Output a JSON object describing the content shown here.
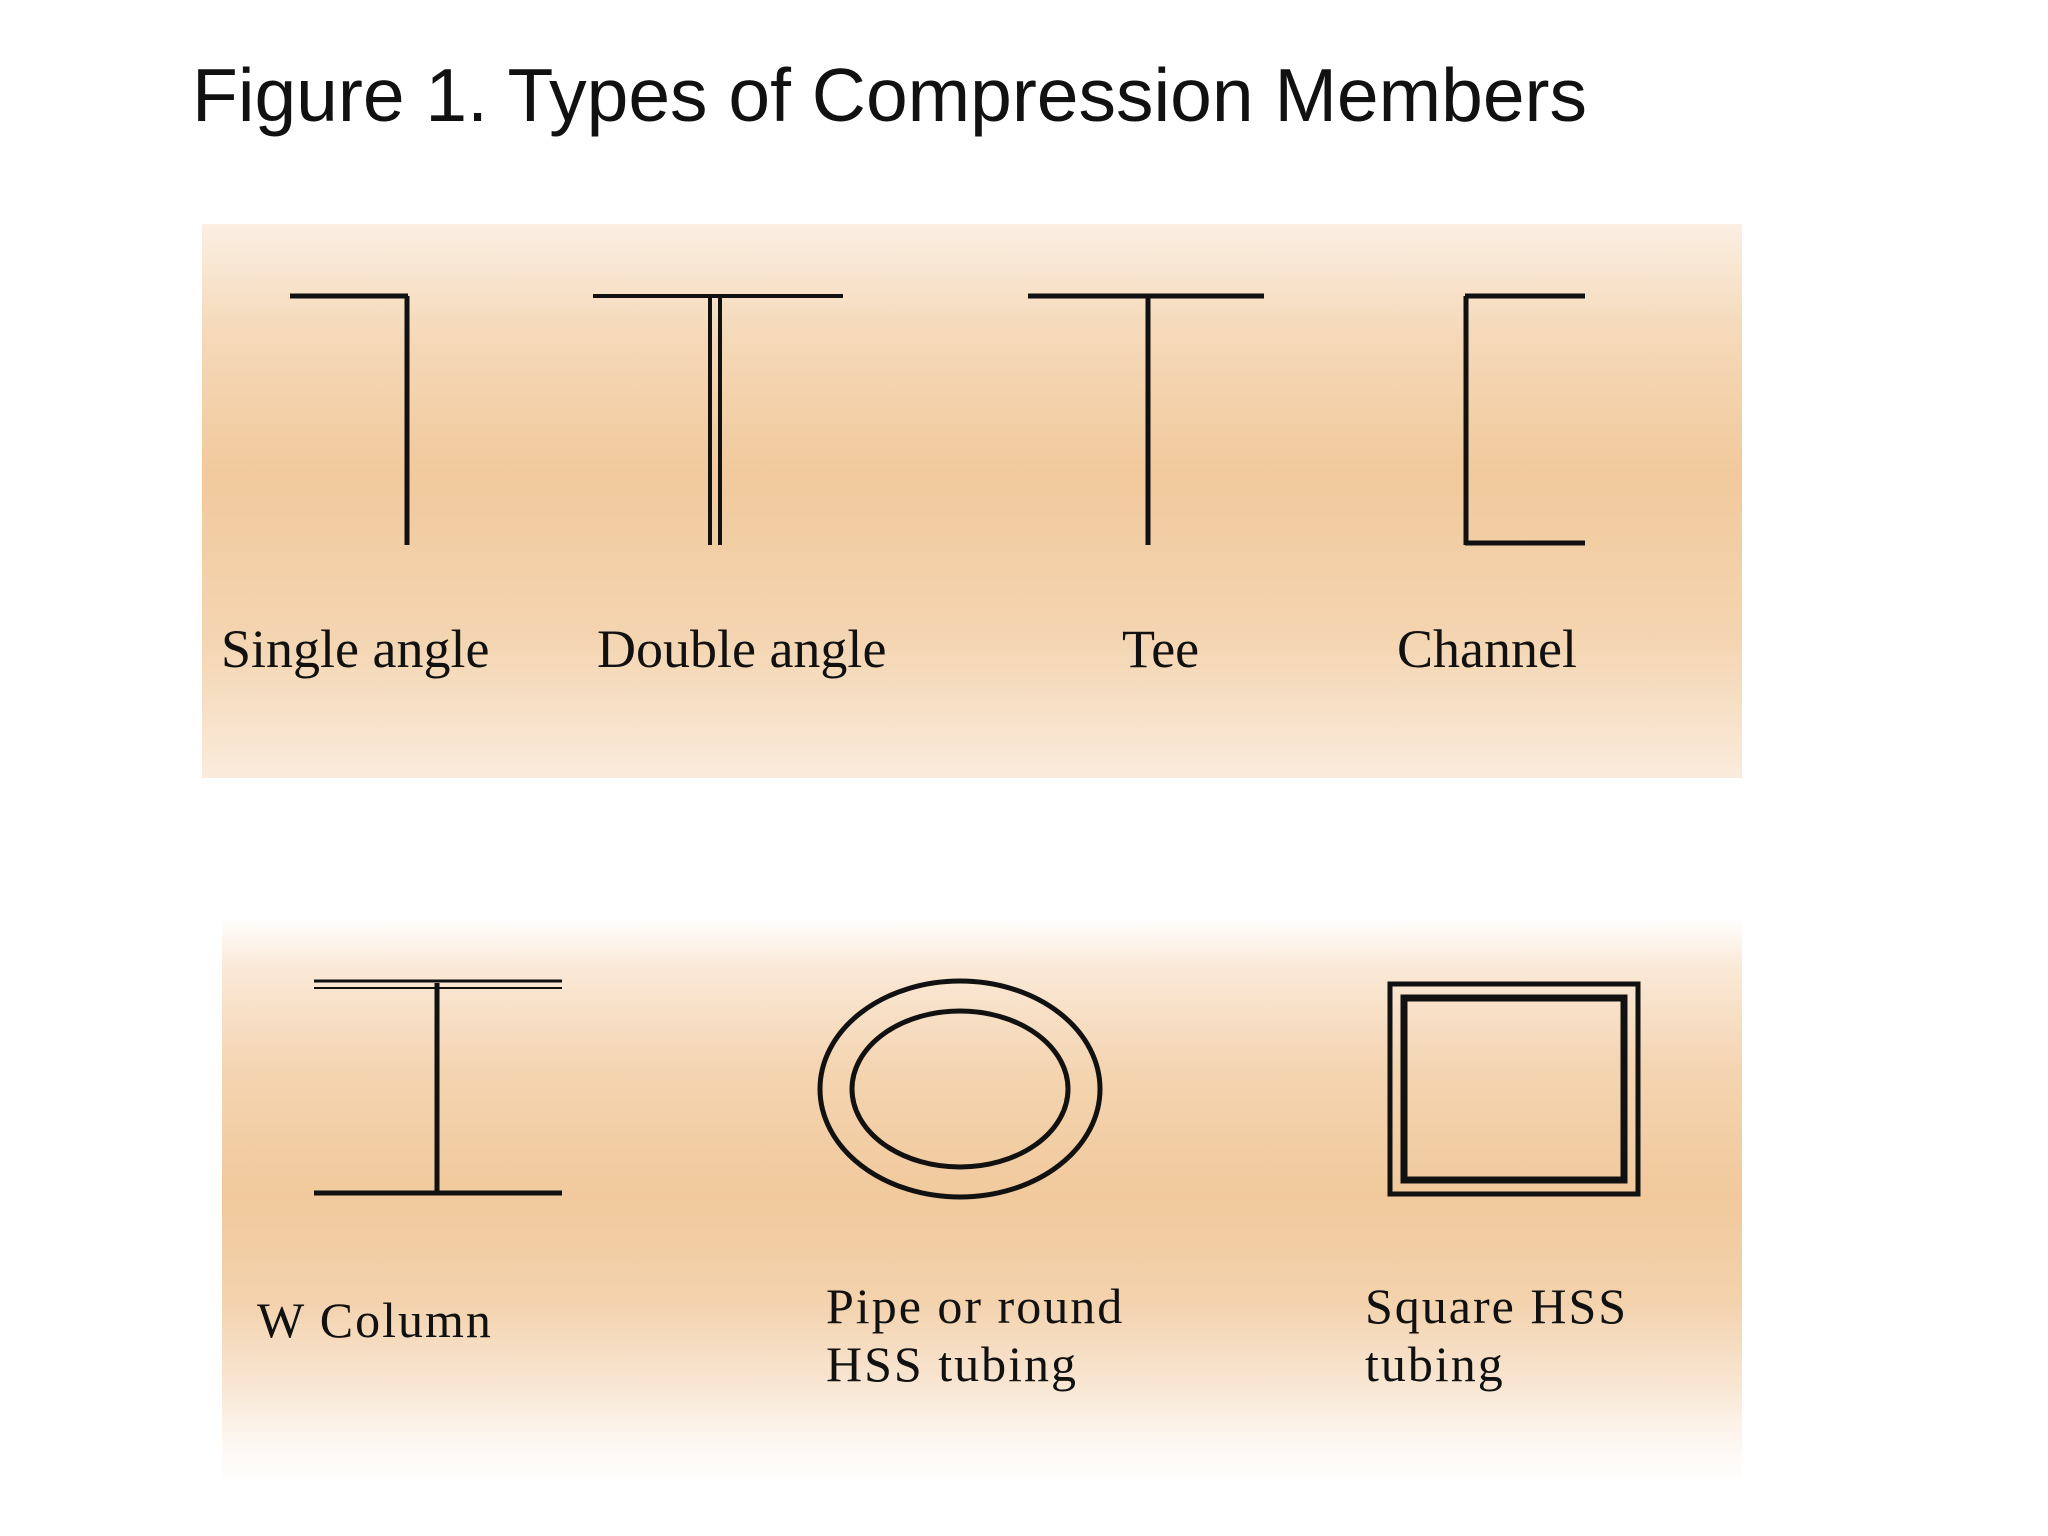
{
  "figure": {
    "title": "Figure 1. Types of Compression Members"
  },
  "members": {
    "single_angle": "Single angle",
    "double_angle": "Double angle",
    "tee": "Tee",
    "channel": "Channel",
    "w_column": "W Column",
    "pipe_line1": "Pipe or round",
    "pipe_line2": "HSS tubing",
    "square_line1": "Square HSS",
    "square_line2": "tubing"
  },
  "colors": {
    "panel_peach": "#f1c99c",
    "line": "#111111"
  }
}
